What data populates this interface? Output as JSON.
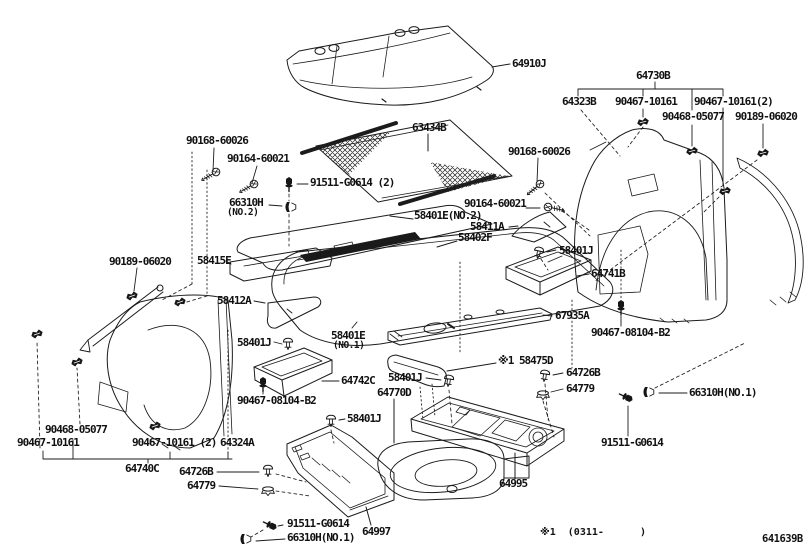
{
  "diagram": {
    "code": "641639B",
    "footnote": "※1  (0311-      )"
  },
  "labels": {
    "64910J": "64910J",
    "64730B": "64730B",
    "64323B": "64323B",
    "90467-10161": "90467-10161",
    "90467-10161_2": "90467-10161(2)",
    "90467-10161_2sp": "90467-10161 (2)",
    "90468-05077": "90468-05077",
    "90189-06020": "90189-06020",
    "90168-60026": "90168-60026",
    "90164-60021": "90164-60021",
    "91511-G0614": "91511-G0614",
    "91511-G0614_2": "91511-G0614 (2)",
    "66310H": "66310H",
    "66310H_NO1": "66310H(NO.1)",
    "NO1": "(NO.1)",
    "NO2": "(NO.2)",
    "63434B": "63434B",
    "58401E": "58401E",
    "58401E_NO2": "58401E(NO.2)",
    "58411A": "58411A",
    "58402F": "58402F",
    "58415E": "58415E",
    "58412A": "58412A",
    "58401J": "58401J",
    "64741B": "64741B",
    "67935A": "67935A",
    "90467-08104-B2": "90467-08104-B2",
    "64742C": "64742C",
    "58475D_star": "※1 58475D",
    "64726B": "64726B",
    "64779": "64779",
    "64770D": "64770D",
    "64324A": "64324A",
    "64740C": "64740C",
    "64997": "64997",
    "64995": "64995"
  }
}
